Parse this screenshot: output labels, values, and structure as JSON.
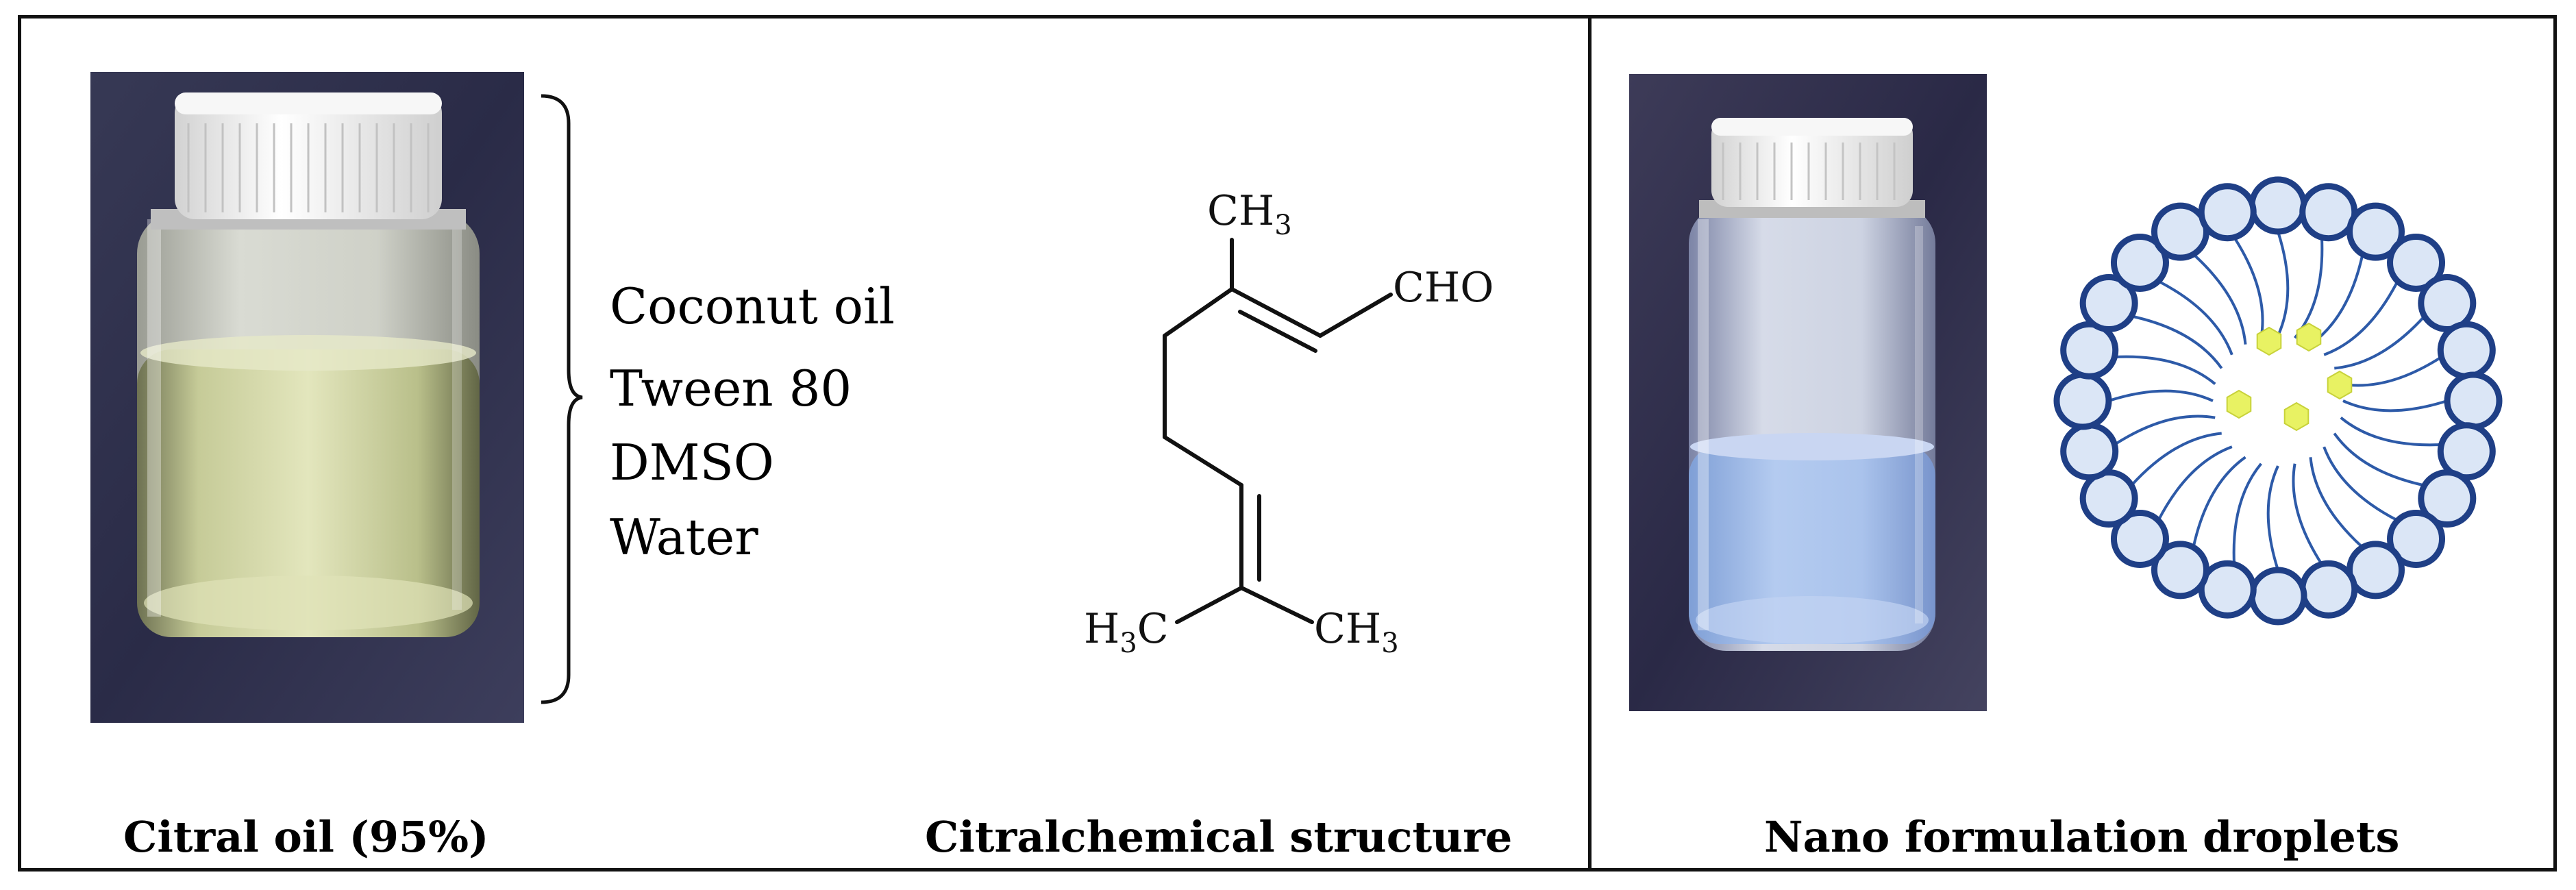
{
  "panels": {
    "left": {
      "caption": "Citral oil (95%)",
      "ingredients": [
        "Coconut oil",
        "Tween 80",
        "DMSO",
        "Water"
      ]
    },
    "middle": {
      "caption": "Citralchemical structure",
      "labels": {
        "ch3_top": "CH",
        "ch3_top_sub": "3",
        "cho": "CHO",
        "h3c_left_h": "H",
        "h3c_left_sub": "3",
        "h3c_left_c": "C",
        "ch3_right": "CH",
        "ch3_right_sub": "3"
      }
    },
    "right": {
      "caption": "Nano formulation droplets"
    }
  },
  "colors": {
    "cap_white": "#f4f4f4",
    "photo_background": "#2b2c4a",
    "oil_tint": "#c9cf9a",
    "nano_liquid": "#a9c4ec",
    "micelle_head_fill": "#dbe6f6",
    "micelle_head_stroke": "#1f3f86",
    "micelle_tail": "#2d5aa8",
    "drug_core": "#e8f263"
  },
  "icons": {
    "left_photo": "vial-photo",
    "right_photo": "vial-photo",
    "bracket": "curly-brace",
    "structure": "skeletal-formula",
    "micelle": "micelle-icon"
  }
}
